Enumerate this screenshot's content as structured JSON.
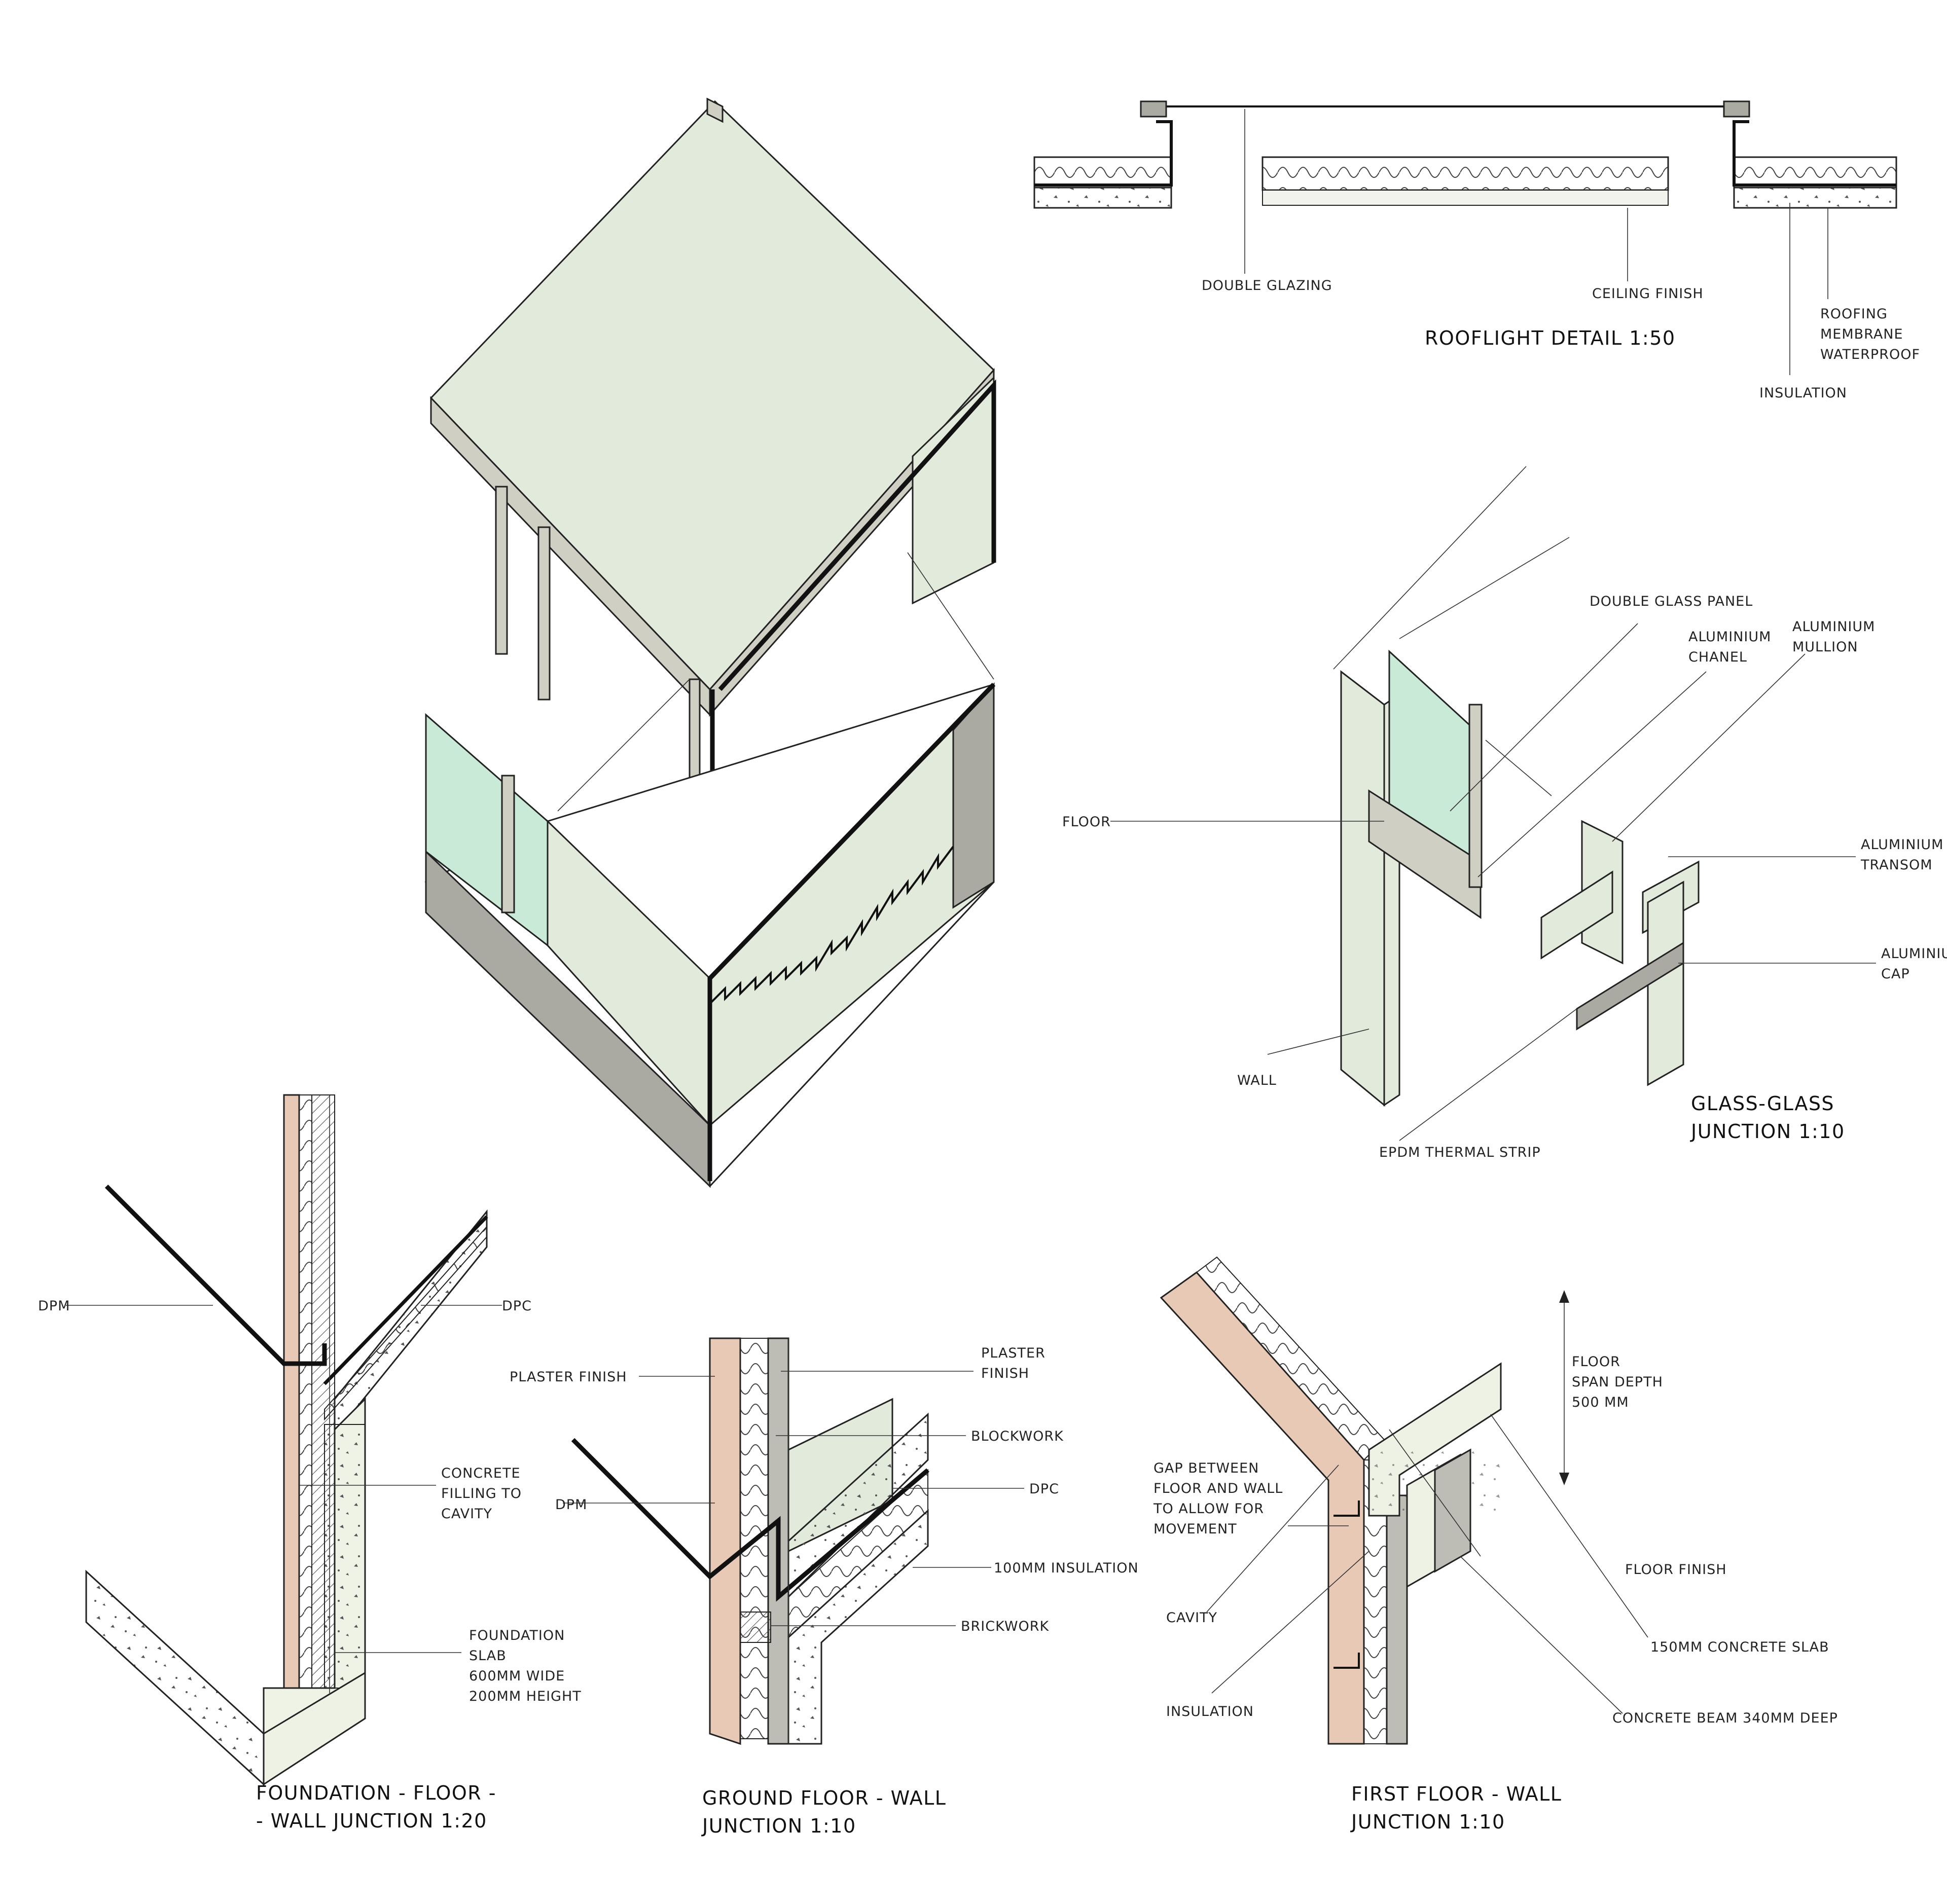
{
  "labels": {
    "double_glazing": "DOUBLE GLAZING",
    "ceiling_finish": "CEILING FINISH",
    "roofing_1": "ROOFING",
    "roofing_2": "MEMBRANE",
    "roofing_3": "WATERPROOF",
    "insulation_roof": "INSULATION",
    "double_glass_panel": "DOUBLE GLASS PANEL",
    "aluminium_chanel_1": "ALUMINIUM",
    "aluminium_chanel_2": "CHANEL",
    "aluminium_mullion_1": "ALUMINIUM",
    "aluminium_mullion_2": "MULLION",
    "floor": "FLOOR",
    "aluminium_transom_1": "ALUMINIUM",
    "aluminium_transom_2": "TRANSOM",
    "aluminium_cap_1": "ALUMINIUM",
    "aluminium_cap_2": "CAP",
    "wall": "WALL",
    "epdm_thermal_strip": "EPDM THERMAL STRIP",
    "dpm_foundation": "DPM",
    "dpc_foundation": "DPC",
    "concrete_filling_1": "CONCRETE",
    "concrete_filling_2": "FILLING TO",
    "concrete_filling_3": "CAVITY",
    "foundation_slab_1": "FOUNDATION",
    "foundation_slab_2": "SLAB",
    "foundation_slab_3": "600MM WIDE",
    "foundation_slab_4": "200MM HEIGHT",
    "plaster_finish_left": "PLASTER FINISH",
    "plaster_finish_right_1": "PLASTER",
    "plaster_finish_right_2": "FINISH",
    "blockwork": "BLOCKWORK",
    "dpm_ground": "DPM",
    "dpc_ground": "DPC",
    "insulation_100": "100MM INSULATION",
    "brickwork": "BRICKWORK",
    "floor_span_1": "FLOOR",
    "floor_span_2": "SPAN DEPTH",
    "floor_span_3": "500 MM",
    "gap_1": "GAP BETWEEN",
    "gap_2": "FLOOR AND WALL",
    "gap_3": "TO ALLOW FOR",
    "gap_4": "MOVEMENT",
    "cavity": "CAVITY",
    "floor_finish": "FLOOR FINISH",
    "concrete_slab_150": "150MM CONCRETE SLAB",
    "insulation_first": "INSULATION",
    "concrete_beam": "CONCRETE BEAM 340MM DEEP"
  },
  "titles": {
    "rooflight": "ROOFLIGHT DETAIL 1:50",
    "glass_glass_1": "GLASS-GLASS",
    "glass_glass_2": "JUNCTION 1:10",
    "foundation_1": "FOUNDATION - FLOOR -",
    "foundation_2": "- WALL JUNCTION 1:20",
    "ground_1": "GROUND FLOOR - WALL",
    "ground_2": "JUNCTION 1:10",
    "first_1": "FIRST FLOOR - WALL",
    "first_2": "JUNCTION 1:10"
  }
}
